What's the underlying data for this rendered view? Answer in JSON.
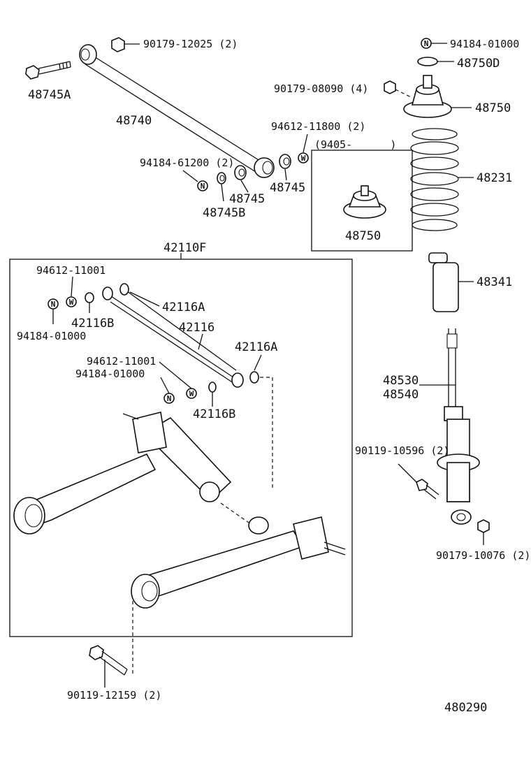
{
  "diagram_id": "480290",
  "labels": {
    "nut_90179_12025": "90179-12025 (2)",
    "bolt_48745a": "48745A",
    "rod_48740": "48740",
    "washer_94612_11800": "94612-11800 (2)",
    "nut_94184_61200": "94184-61200 (2)",
    "bushing_48745_a": "48745",
    "bushing_48745_b": "48745",
    "bushing_48745b": "48745B",
    "nut_94184_01000_top": "94184-01000",
    "plate_48750d": "48750D",
    "nut_90179_08090": "90179-08090 (4)",
    "support_48750": "48750",
    "date_range": "(9405-      )",
    "support_48750_inset": "48750",
    "spring_48231": "48231",
    "bumper_48341": "48341",
    "beam_42110f": "42110F",
    "washer_94612_11001_a": "94612-11001",
    "nut_94184_01000_a": "94184-01000",
    "bushing_42116b_a": "42116B",
    "bushing_42116a_a": "42116A",
    "rod_42116": "42116",
    "bushing_42116a_b": "42116A",
    "washer_94612_11001_b": "94612-11001",
    "nut_94184_01000_b": "94184-01000",
    "bushing_42116b_b": "42116B",
    "absorber_48530": "48530",
    "absorber_48540": "48540",
    "bolt_90119_10596": "90119-10596 (2)",
    "nut_90179_10076": "90179-10076 (2)",
    "bolt_90119_12159": "90119-12159 (2)"
  },
  "symbols": {
    "nut": "N",
    "washer": "W"
  }
}
